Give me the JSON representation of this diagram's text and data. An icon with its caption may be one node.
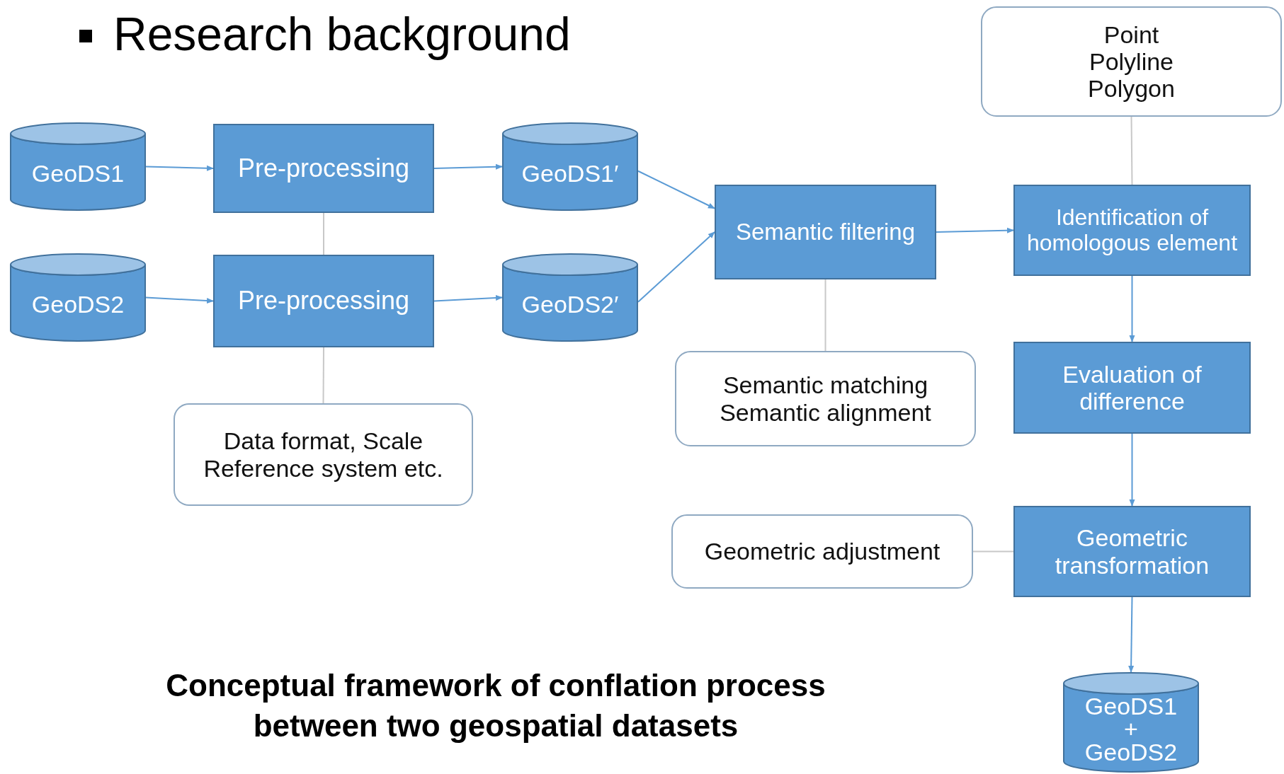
{
  "diagram": {
    "title": "Research background",
    "caption": "Conceptual framework of conflation process between two geospatial datasets",
    "nodes": [
      {
        "text": [
          "GeoDS1"
        ]
      },
      {
        "text": [
          "Pre-processing"
        ]
      },
      {
        "text": [
          "GeoDS1′"
        ]
      },
      {
        "text": [
          "GeoDS2"
        ]
      },
      {
        "text": [
          "Pre-processing"
        ]
      },
      {
        "text": [
          "GeoDS2′"
        ]
      },
      {
        "text": [
          "Data format, Scale Reference system etc."
        ]
      },
      {
        "text": [
          "Semantic filtering"
        ]
      },
      {
        "text": [
          "Semantic matching",
          "Semantic alignment"
        ]
      },
      {
        "text": [
          "Point",
          "Polyline",
          "Polygon"
        ]
      },
      {
        "text": [
          "Identification of homologous element"
        ]
      },
      {
        "text": [
          "Evaluation of difference"
        ]
      },
      {
        "text": [
          "Geometric adjustment"
        ]
      },
      {
        "text": [
          "Geometric transformation"
        ]
      },
      {
        "text": [
          "GeoDS1 + GeoDS2"
        ]
      }
    ],
    "edges": [
      {
        "from": 0,
        "to": 1,
        "arrow": "to"
      },
      {
        "from": 1,
        "to": 2,
        "arrow": "to"
      },
      {
        "from": 3,
        "to": 4,
        "arrow": "to"
      },
      {
        "from": 4,
        "to": 5,
        "arrow": "to"
      },
      {
        "from": 2,
        "to": 7,
        "arrow": "to"
      },
      {
        "from": 5,
        "to": 7,
        "arrow": "to"
      },
      {
        "from": 1,
        "to": 4,
        "arrow": "none",
        "color": "#c8c8c8"
      },
      {
        "from": 4,
        "to": 6,
        "arrow": "none",
        "color": "#c8c8c8"
      },
      {
        "from": 7,
        "to": 8,
        "arrow": "none",
        "color": "#c8c8c8"
      },
      {
        "from": 7,
        "to": 10,
        "arrow": "to"
      },
      {
        "from": 9,
        "to": 10,
        "arrow": "none",
        "color": "#c8c8c8"
      },
      {
        "from": 10,
        "to": 11,
        "arrow": "to"
      },
      {
        "from": 11,
        "to": 13,
        "arrow": "to"
      },
      {
        "from": 12,
        "to": 13,
        "arrow": "none",
        "color": "#c8c8c8"
      },
      {
        "from": 13,
        "to": 14,
        "arrow": "to"
      }
    ]
  }
}
